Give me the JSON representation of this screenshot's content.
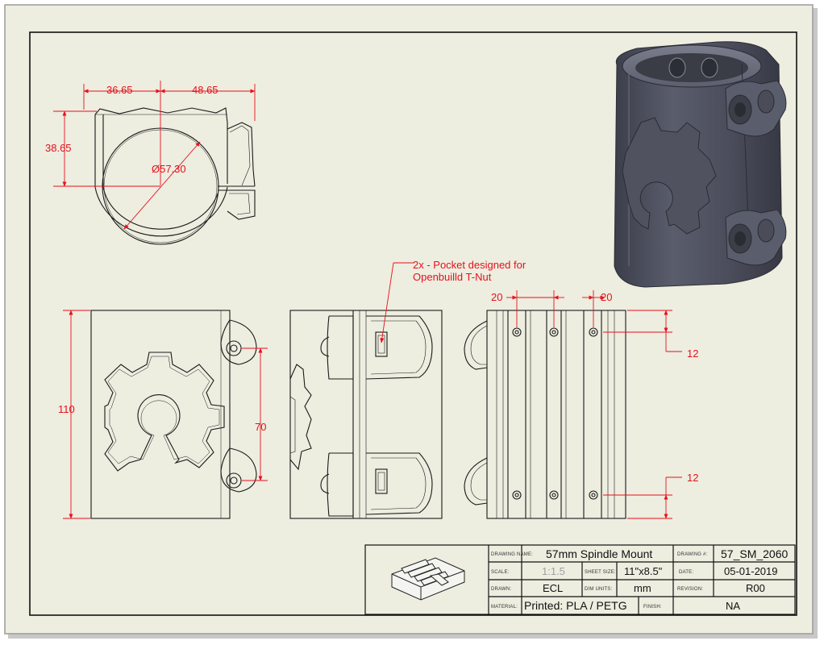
{
  "dimensions": {
    "top_view": {
      "width_left": "36.65",
      "width_right": "48.65",
      "height": "38.65",
      "diameter": "Ø57.30"
    },
    "front_view": {
      "height": "110",
      "hole_spacing": "70"
    },
    "side_view": {
      "note_line1": "2x - Pocket designed for",
      "note_line2": "Openbuilld T-Nut"
    },
    "rear_view": {
      "spacing_left": "20",
      "spacing_right": "20",
      "offset_top": "12",
      "offset_bottom": "12"
    }
  },
  "title_block": {
    "labels": {
      "drawing_name": "DRAWING NAME:",
      "drawing_no": "DRAWING #:",
      "scale": "SCALE:",
      "sheet_size": "SHEET SIZE:",
      "date": "DATE:",
      "drawn": "DRAWN:",
      "dim_units": "DIM UNITS:",
      "revision": "REVISION:",
      "material": "MATERIAL:",
      "finish": "FINISH:"
    },
    "values": {
      "drawing_name": "57mm Spindle Mount",
      "drawing_no": "57_SM_2060",
      "scale": "1:1.5",
      "sheet_size": "11\"x8.5\"",
      "date": "05-01-2019",
      "drawn": "ECL",
      "dim_units": "mm",
      "revision": "R00",
      "material": "Printed: PLA / PETG",
      "finish": "NA"
    }
  },
  "colors": {
    "paper": "#edede0",
    "dimension": "#e8101c",
    "line": "#1a1a1a",
    "part_dark": "#4a4c5a",
    "part_light": "#6a6d7c"
  }
}
